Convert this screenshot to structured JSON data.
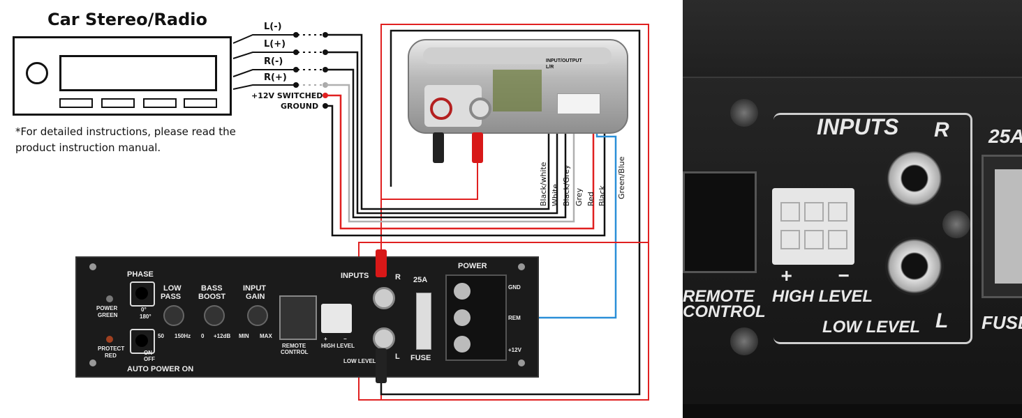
{
  "stereo": {
    "title": "Car Stereo/Radio",
    "note": "*For detailed instructions, please read the product instruction manual."
  },
  "wire_terminals": {
    "l_minus": "L(-)",
    "l_plus": "L(+)",
    "r_minus": "R(-)",
    "r_plus": "R(+)",
    "switched": "+12V SWITCHED",
    "ground": "GROUND"
  },
  "converter": {
    "label": "INPUT/OUTPUT",
    "sub": "L/R"
  },
  "wire_colors": {
    "black_white": "Black/white",
    "white": "White",
    "black_grey": "Black/Grey",
    "grey": "Grey",
    "red": "Red",
    "black": "Black",
    "green_blue": "Green/Blue"
  },
  "amp": {
    "phase": "PHASE",
    "phase_0": "0°",
    "phase_180": "180°",
    "power_led": "POWER",
    "power_led2": "GREEN",
    "protect_led": "PROTECT",
    "protect_led2": "RED",
    "low_pass": "LOW",
    "low_pass2": "PASS",
    "low_pass_min": "50",
    "low_pass_max": "150Hz",
    "bass_boost": "BASS",
    "bass_boost2": "BOOST",
    "bass_min": "0",
    "bass_max": "+12dB",
    "input_gain": "INPUT",
    "input_gain2": "GAIN",
    "gain_min": "MIN",
    "gain_max": "MAX",
    "auto_power": "AUTO POWER ON",
    "auto_on": "ON",
    "auto_off": "OFF",
    "inputs": "INPUTS",
    "r": "R",
    "l": "L",
    "remote": "REMOTE",
    "remote2": "CONTROL",
    "high_level": "HIGH LEVEL",
    "low_level": "LOW LEVEL",
    "plus": "+",
    "minus": "−",
    "fuse_rating": "25A",
    "fuse": "FUSE",
    "power": "POWER",
    "gnd": "GND",
    "rem": "REM",
    "v12": "+12V"
  },
  "photo": {
    "inputs": "INPUTS",
    "r": "R",
    "l": "L",
    "fuse_rating": "25A",
    "remote": "REMOTE",
    "control": "CONTROL",
    "plus": "+",
    "minus": "−",
    "high_level": "HIGH LEVEL",
    "low_level": "LOW LEVEL",
    "fuse": "FUSE"
  },
  "colors": {
    "red_wire": "#e02020",
    "grey_wire": "#b0b0b0",
    "blue_wire": "#2a8fd8",
    "amp_panel": "#1b1b1b"
  }
}
